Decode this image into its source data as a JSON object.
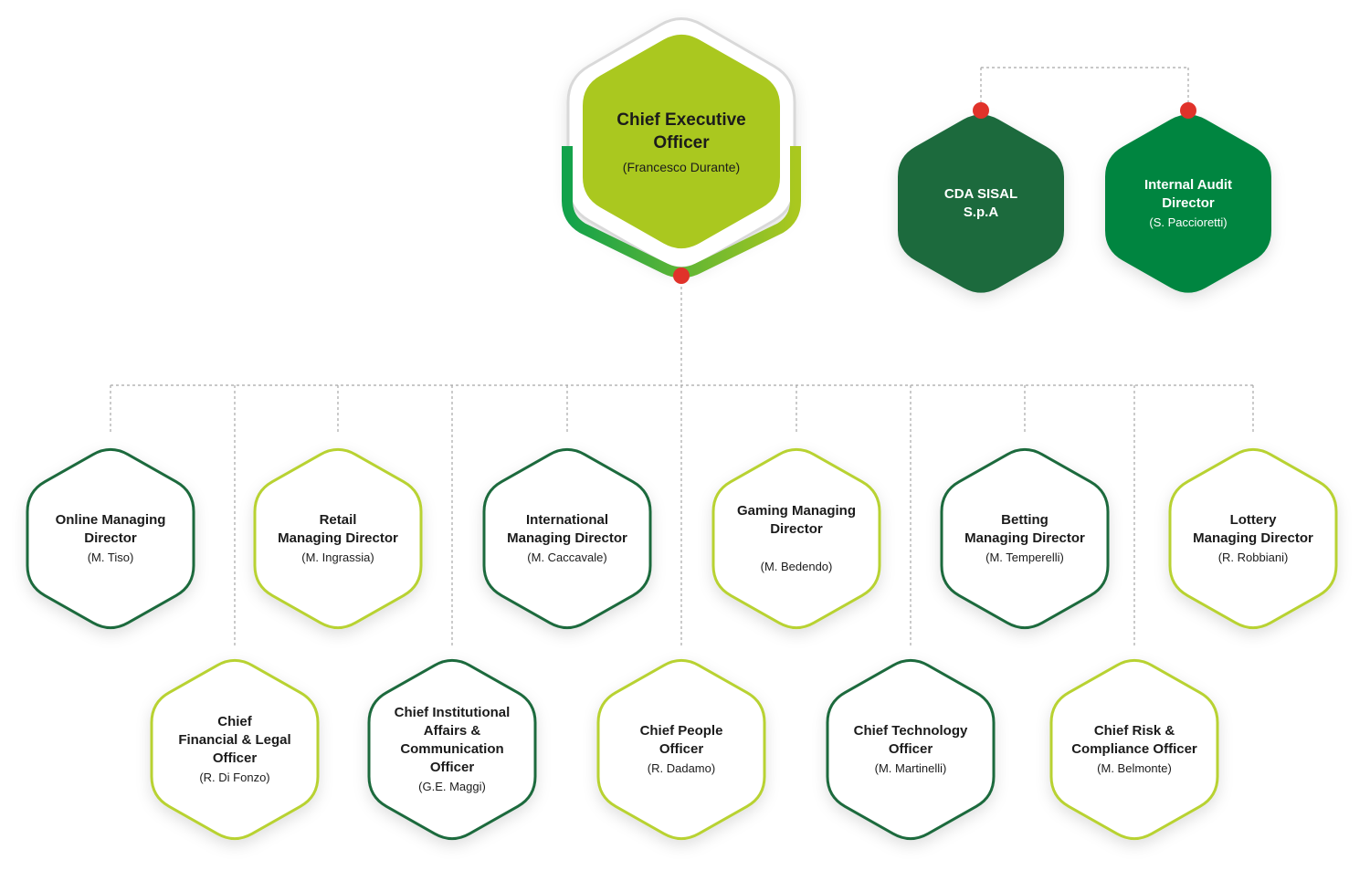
{
  "colors": {
    "ceo_fill": "#aac81f",
    "dark_green": "#1e6a3e",
    "mid_green": "#05853f",
    "lime": "#b8d230",
    "outline_dark": "#1e6a3e",
    "connector_dot": "#e0322a",
    "connector_line": "#a8a8a8"
  },
  "ceo": {
    "title": "Chief Executive\nOfficer",
    "name": "(Francesco Durante)"
  },
  "board": [
    {
      "title": "CDA SISAL\nS.p.A",
      "name": ""
    },
    {
      "title": "Internal Audit\nDirector",
      "name": "(S. Paccioretti)"
    }
  ],
  "top_row": [
    {
      "title": "Online Managing\nDirector",
      "name": "(M. Tiso)",
      "outline": "dark"
    },
    {
      "title": "Retail\nManaging Director",
      "name": "(M. Ingrassia)",
      "outline": "lime"
    },
    {
      "title": "International\nManaging Director",
      "name": "(M. Caccavale)",
      "outline": "dark"
    },
    {
      "title": "Gaming Managing\nDirector",
      "name": "(M. Bedendo)",
      "outline": "lime"
    },
    {
      "title": "Betting\nManaging Director",
      "name": "(M. Temperelli)",
      "outline": "dark"
    },
    {
      "title": "Lottery\nManaging Director",
      "name": "(R. Robbiani)",
      "outline": "lime"
    }
  ],
  "bottom_row": [
    {
      "title": "Chief\nFinancial & Legal\nOfficer",
      "name": "(R. Di Fonzo)",
      "outline": "lime"
    },
    {
      "title": "Chief Institutional\nAffairs &\nCommunication\nOfficer",
      "name": "(G.E. Maggi)",
      "outline": "dark"
    },
    {
      "title": "Chief People\nOfficer",
      "name": "(R. Dadamo)",
      "outline": "lime"
    },
    {
      "title": "Chief Technology\nOfficer",
      "name": "(M. Martinelli)",
      "outline": "dark"
    },
    {
      "title": "Chief Risk &\nCompliance Officer",
      "name": "(M. Belmonte)",
      "outline": "lime"
    }
  ]
}
